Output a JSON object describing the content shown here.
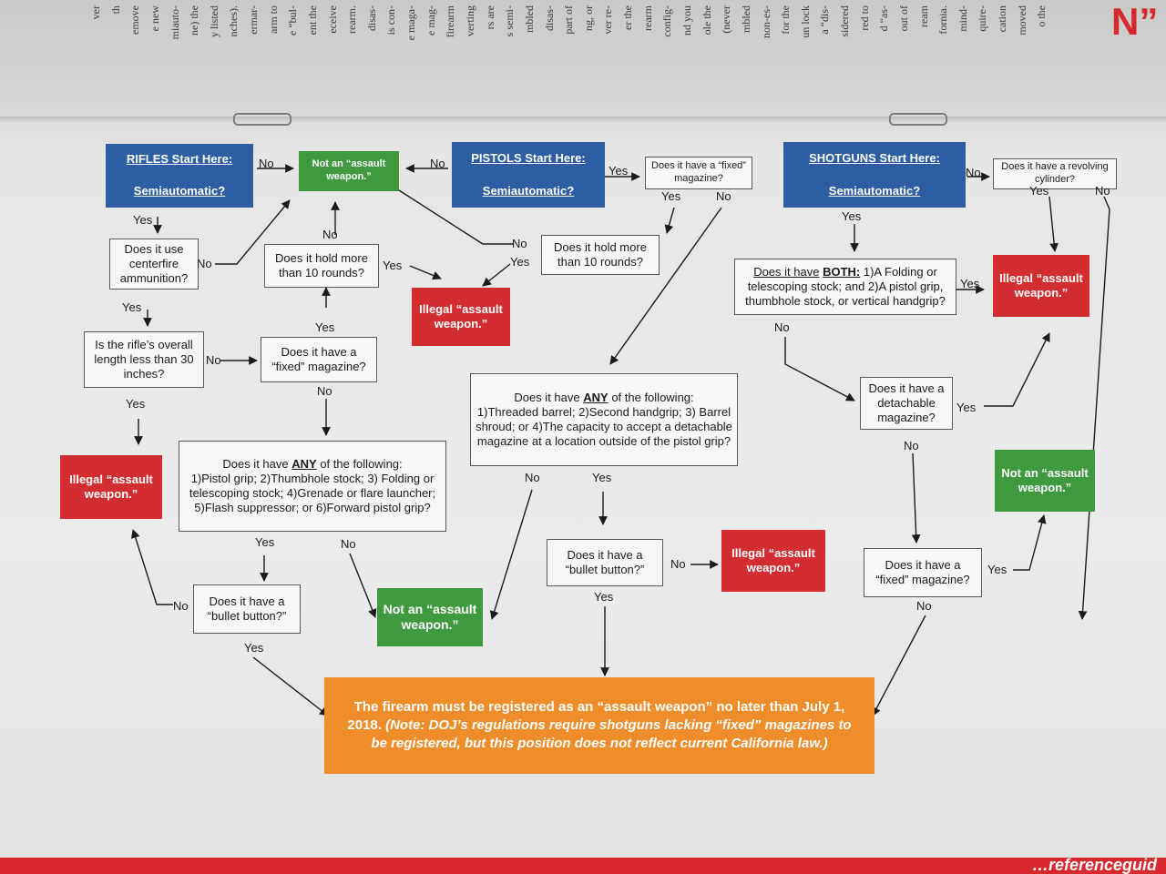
{
  "page": {
    "heading_fragment": "N”",
    "footer_fragment": "…referenceguid",
    "previous_column": [
      "ver",
      "th",
      "emove",
      "e new",
      "miauto-",
      "ne) the",
      "y listed",
      "nches).",
      "ermar-",
      "arm to",
      "e “bul-",
      "ent the",
      "eceive",
      "rearm.",
      "disas-",
      "is con-",
      "e maga-",
      "e mag-",
      "firearm",
      "verting",
      "rs are",
      "s semi-",
      "mbled",
      "disas-",
      "part of",
      "ng, or",
      "ver re-",
      "er the",
      "rearm",
      "config-",
      "nd you",
      "ole the",
      "(never",
      "mbled",
      "non-es-",
      "for the",
      "un lock",
      "a “dis-",
      "sidered",
      "red to",
      "d “as-",
      "out of",
      "ream",
      "fornia.",
      "mind-",
      "quire-",
      "cation",
      "moved",
      "o the"
    ]
  },
  "labels": {
    "yes": "Yes",
    "no": "No"
  },
  "nodes": {
    "rifles_start": {
      "line1": "RIFLES Start Here:",
      "line2": "Semiautomatic?"
    },
    "pistols_start": {
      "line1": "PISTOLS Start Here:",
      "line2": "Semiautomatic?"
    },
    "shotguns_start": {
      "line1": "SHOTGUNS Start Here:",
      "line2": "Semiautomatic?"
    },
    "not_assault_top": "Not an “assault weapon.”",
    "not_assault_middle": "Not an “assault weapon.”",
    "not_assault_right": "Not an “assault weapon.”",
    "centerfire": "Does it use centerfire ammunition?",
    "hold_rounds_rifle": "Does it hold more than 10 rounds?",
    "illegal_rifle_top": "Illegal “assault weapon.”",
    "rifle_length": "Is the rifle’s overall length less than 30 inches?",
    "fixed_mag_rifle": "Does it have a “fixed” magazine?",
    "illegal_rifle_left": "Illegal “assault weapon.”",
    "rifle_features": {
      "prefix": "Does it have",
      "emph": "ANY",
      "suffix": "of the following:",
      "body": "1)Pistol grip; 2)Thumbhole stock; 3) Folding or telescoping stock; 4)Grenade or flare launcher; 5)Flash suppressor; or 6)Forward pistol grip?"
    },
    "bullet_button_rifle": "Does it have a “bullet button?”",
    "fixed_mag_pistol": "Does it have a “fixed” magazine?",
    "hold_rounds_pistol": "Does it hold more than 10 rounds?",
    "pistol_features": {
      "prefix": "Does it have",
      "emph": "ANY",
      "suffix": "of the following:",
      "body": "1)Threaded barrel; 2)Second handgrip; 3) Barrel shroud; or 4)The capacity to accept a detachable magazine at a location outside of the pistol grip?"
    },
    "bullet_button_pistol": "Does it have a “bullet button?”",
    "illegal_pistol": "Illegal “assault weapon.”",
    "revolving_cylinder": "Does it have a revolving cylinder?",
    "shotgun_both": {
      "prefix": "Does it have",
      "emph": "BOTH:",
      "body": "1)A Folding or telescoping stock; and 2)A pistol grip, thumbhole stock, or vertical handgrip?"
    },
    "illegal_shotgun": "Illegal “assault weapon.”",
    "detachable_mag": "Does it have a detachable magazine?",
    "fixed_mag_shotgun": "Does it have a “fixed” magazine?",
    "final": {
      "main": "The firearm must be registered as an “assault weapon” no later than July 1, 2018.",
      "note": "(Note: DOJ’s regulations require shotguns lacking “fixed” magazines to be registered, but this position does not reflect current California law.)"
    }
  }
}
